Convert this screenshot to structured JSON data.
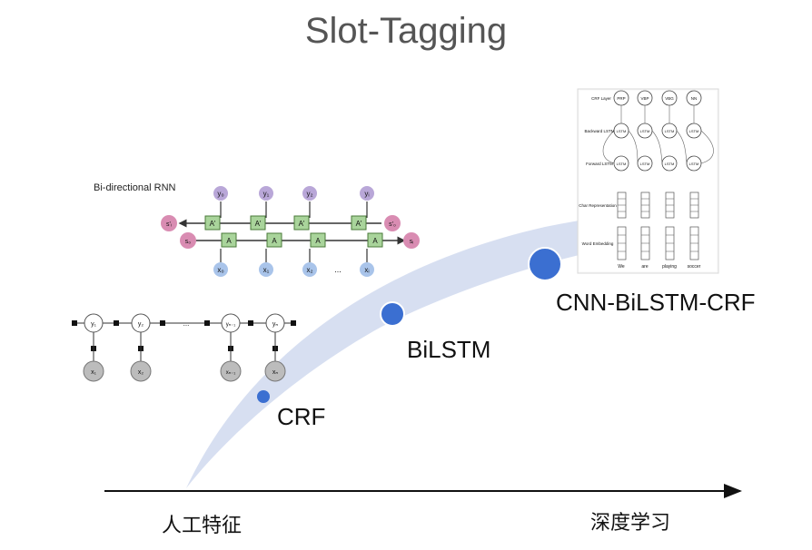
{
  "title": "Slot-Tagging",
  "axis": {
    "left_label": "人工特征",
    "right_label": "深度学习"
  },
  "stages": [
    {
      "label": "CRF",
      "color": "#3b6fd1"
    },
    {
      "label": "BiLSTM",
      "color": "#3b6fd1"
    },
    {
      "label": "CNN-BiLSTM-CRF",
      "color": "#3b6fd1"
    }
  ],
  "bi_rnn": {
    "caption": "Bi-directional RNN",
    "output_labels": [
      "y₀",
      "y₁",
      "y₂",
      "yᵢ"
    ],
    "input_labels": [
      "x₀",
      "x₁",
      "x₂",
      "...",
      "xᵢ"
    ],
    "forward_cell": "A",
    "backward_cell": "A'",
    "state_labels": [
      "s'ᵢ",
      "s₀",
      "s'₀",
      "sᵢ"
    ]
  },
  "crf_chain": {
    "y_labels": [
      "y₁",
      "y₂",
      "yₙ₋₁",
      "yₙ"
    ],
    "x_labels": [
      "x₁",
      "x₂",
      "xₙ₋₁",
      "xₙ"
    ],
    "ellipsis": "..."
  },
  "cnn_figure": {
    "layers": [
      "CRF Layer",
      "Backward LSTM",
      "Forward LSTM",
      "Char Representation",
      "Word Embedding"
    ],
    "crf_tags": [
      "PRP",
      "VBP",
      "VBG",
      "NN"
    ],
    "cell_label": "LSTM",
    "words": [
      "We",
      "are",
      "playing",
      "soccer"
    ]
  },
  "colors": {
    "band": "#cfd7ef",
    "dot": "#3b6fd1",
    "title": "#555555",
    "y_node": "#b9a7d8",
    "x_node": "#a9c4ea",
    "cell": "#a9d49b",
    "state": "#d98cb2"
  }
}
